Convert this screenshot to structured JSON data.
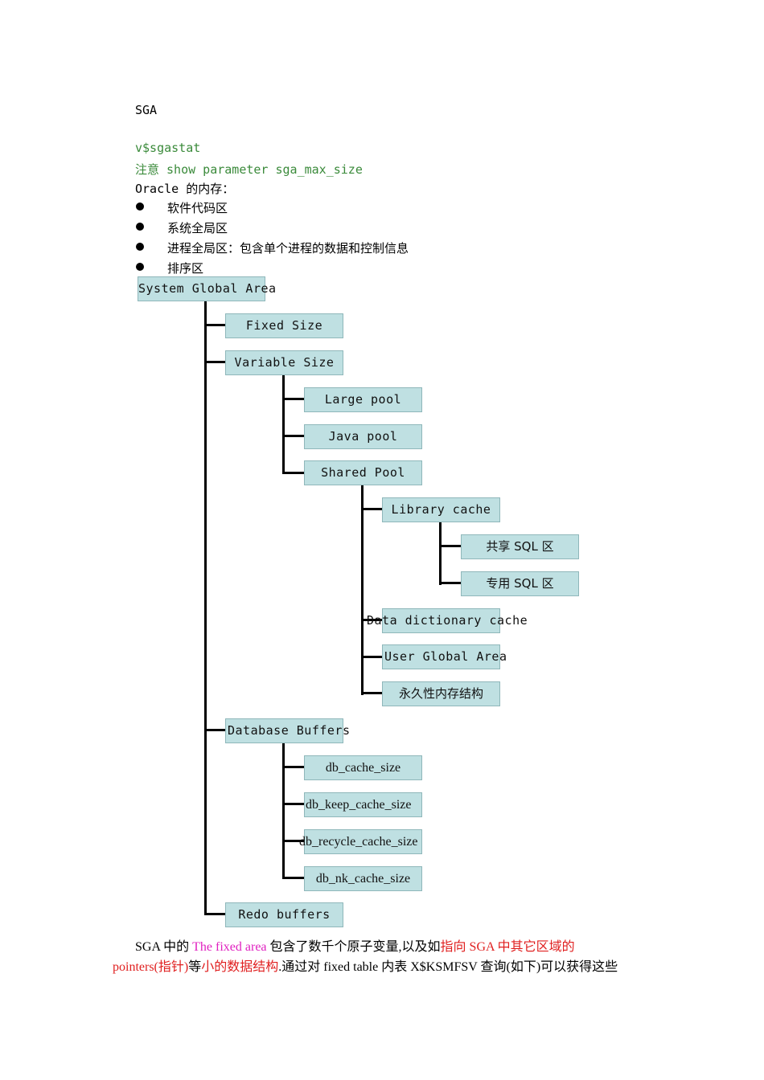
{
  "heading": "SGA",
  "green_lines": [
    "v$sgastat",
    "注意 show parameter sga_max_size"
  ],
  "memory_intro": "Oracle 的内存：",
  "bullets": [
    "软件代码区",
    "系统全局区",
    "进程全局区：包含单个进程的数据和控制信息",
    "排序区"
  ],
  "tree": {
    "root": "System Global Area",
    "fixed_size": "Fixed Size",
    "variable_size": "Variable Size",
    "large_pool": "Large pool",
    "java_pool": "Java pool",
    "shared_pool": "Shared Pool",
    "library_cache": "Library cache",
    "shared_sql": "共享 SQL 区",
    "private_sql": "专用 SQL 区",
    "data_dictionary_cache": "Data dictionary cache",
    "user_global_area": "User Global Area",
    "permanent_memory": "永久性内存结构",
    "database_buffers": "Database Buffers",
    "db_cache_size": "db_cache_size",
    "db_keep_cache_size": "db_keep_cache_size",
    "db_recycle_cache_size": "db_recycle_cache_size",
    "db_nk_cache_size": "db_nk_cache_size",
    "redo_buffers": "Redo buffers"
  },
  "paragraph": {
    "p1": "SGA 中的 ",
    "p2": "The fixed area",
    "p3": " 包含了数千个原子变量,以及如",
    "p4": "指向 SGA 中其它区域的",
    "p5": "pointers(指针)",
    "p6": "等",
    "p7": "小的数据结构",
    "p8": ".通过对 fixed table 内表 X$KSMFSV 查询(如下)可以获得这些"
  },
  "colors": {
    "node_fill": "#bfe0e2",
    "node_border": "#8fb7ba",
    "green_text": "#3a8a3a",
    "magenta": "#e020c0",
    "red": "#e02020"
  }
}
